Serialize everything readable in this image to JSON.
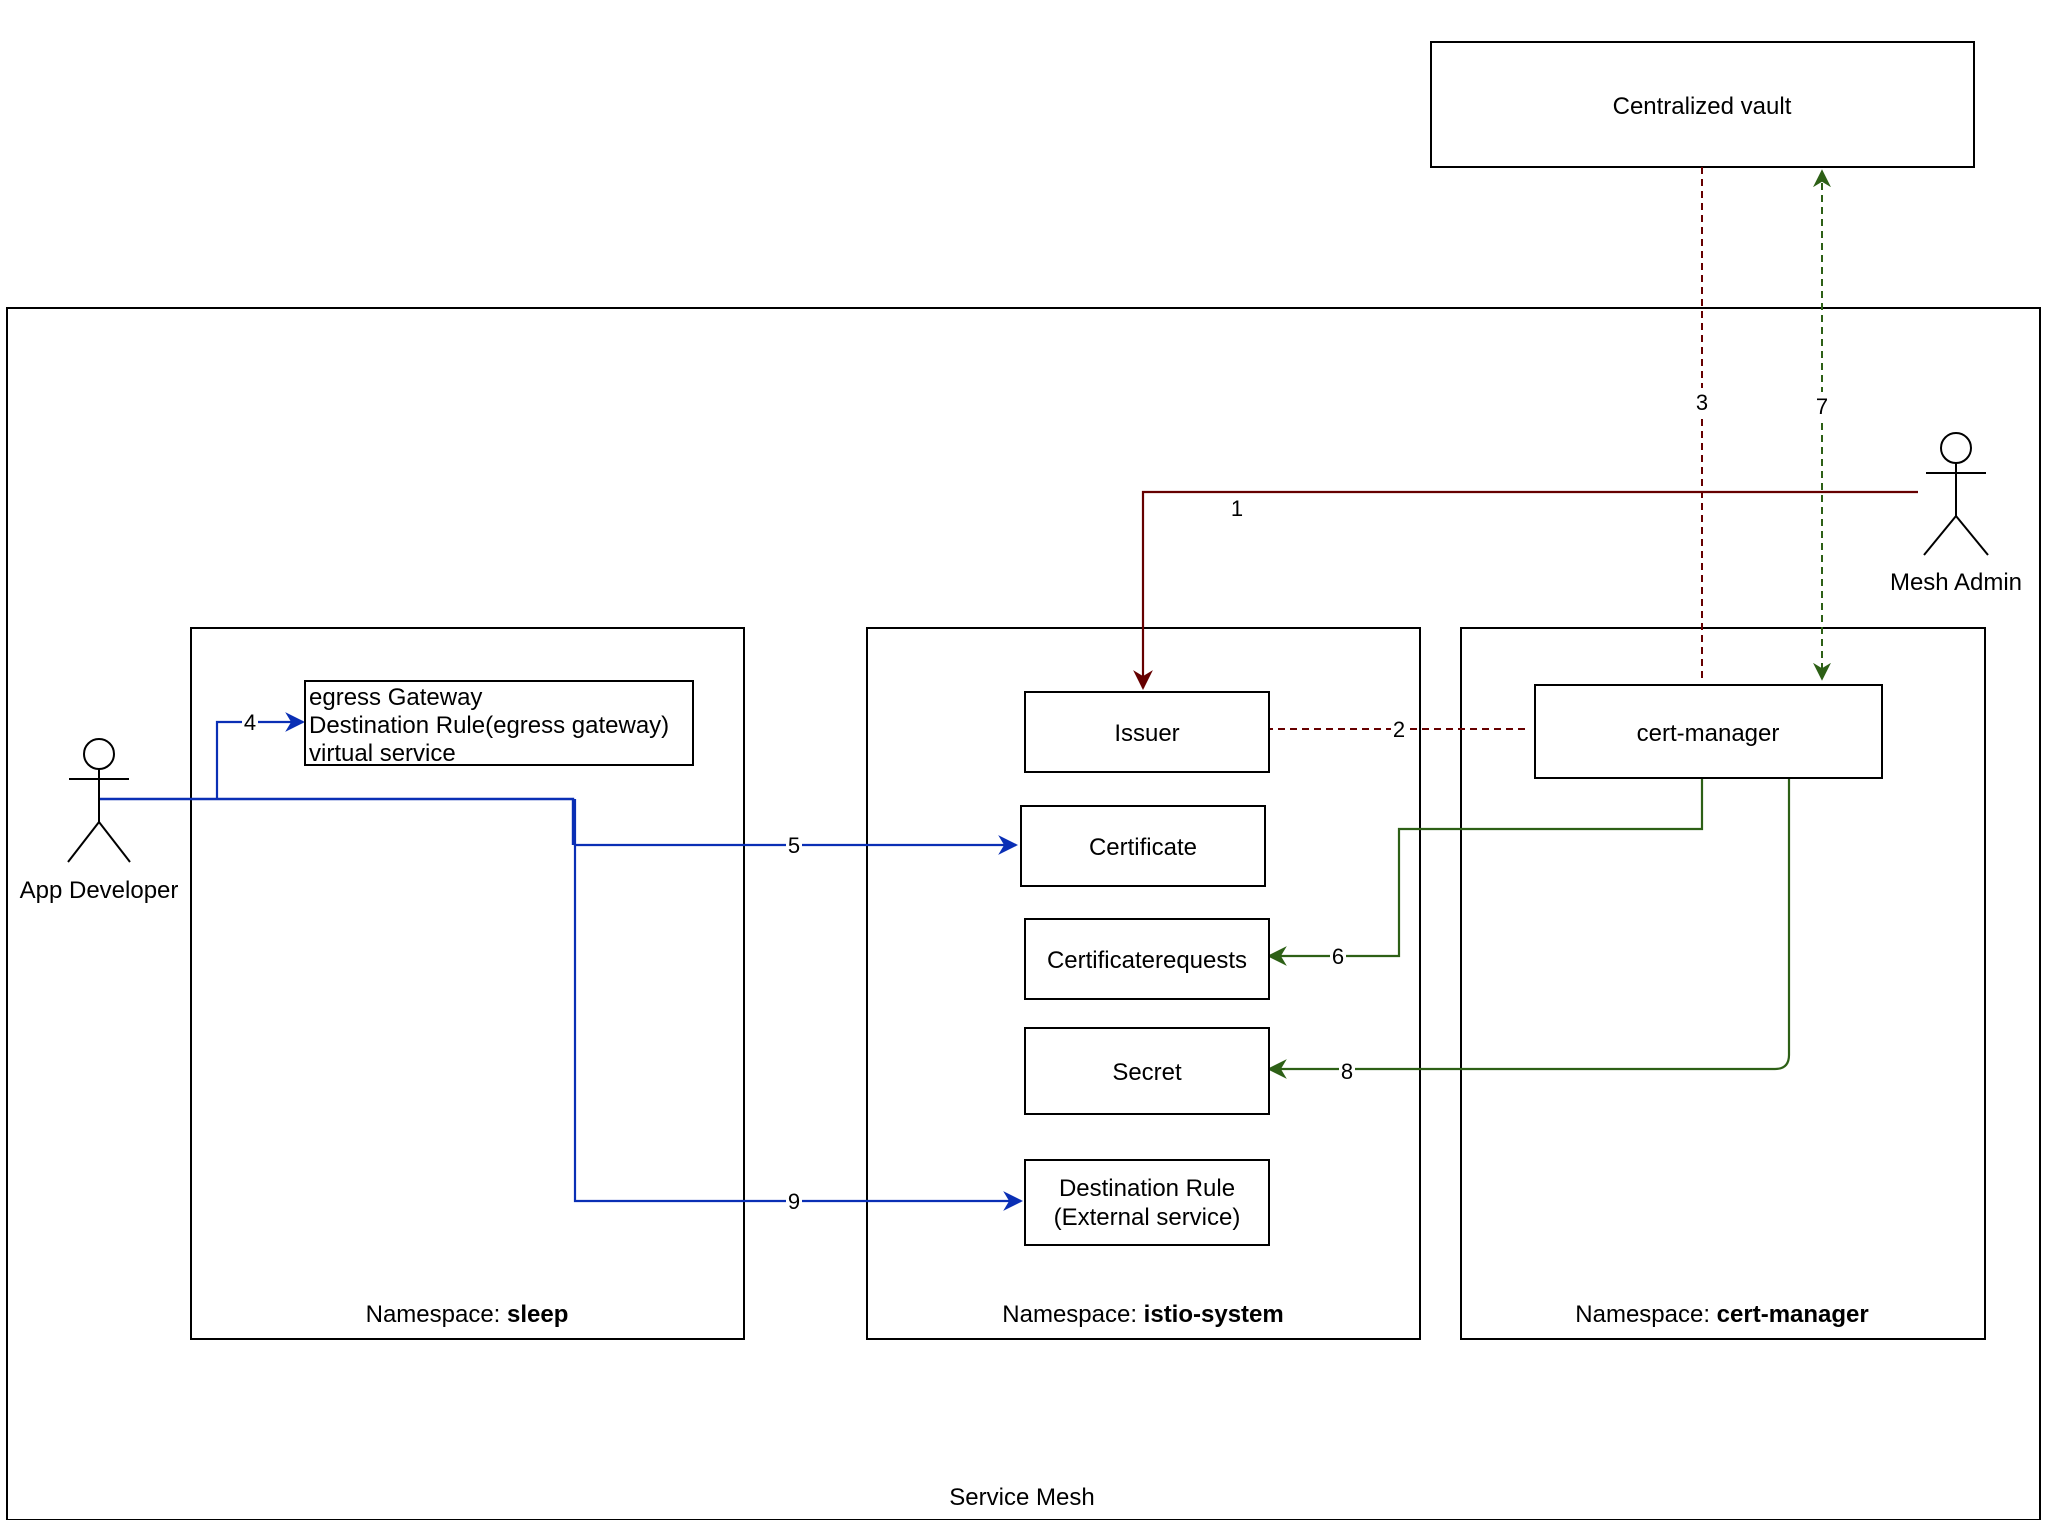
{
  "colors": {
    "admin_flow": "#660000",
    "manager_flow": "#2d6016",
    "developer_flow": "#0a2fb5",
    "stroke": "#000000"
  },
  "service_mesh": {
    "label": "Service Mesh"
  },
  "vault": {
    "label": "Centralized vault"
  },
  "actors": {
    "mesh_admin": {
      "label": "Mesh Admin",
      "icon": "stick-figure-icon"
    },
    "app_developer": {
      "label": "App Developer",
      "icon": "stick-figure-icon"
    }
  },
  "namespaces": {
    "sleep": {
      "prefix": "Namespace: ",
      "name": "sleep"
    },
    "istio_system": {
      "prefix": "Namespace: ",
      "name": "istio-system"
    },
    "cert_manager": {
      "prefix": "Namespace: ",
      "name": "cert-manager"
    }
  },
  "resources": {
    "egress": {
      "line1": "egress Gateway",
      "line2": "Destination Rule(egress gateway)",
      "line3": "virtual service"
    },
    "issuer": "Issuer",
    "certificate": "Certificate",
    "certificaterequests": "Certificaterequests",
    "secret": "Secret",
    "destination_rule": {
      "line1": "Destination Rule",
      "line2": "(External service)"
    },
    "cert_manager": "cert-manager"
  },
  "steps": {
    "s1": "1",
    "s2": "2",
    "s3": "3",
    "s4": "4",
    "s5": "5",
    "s6": "6",
    "s7": "7",
    "s8": "8",
    "s9": "9"
  }
}
